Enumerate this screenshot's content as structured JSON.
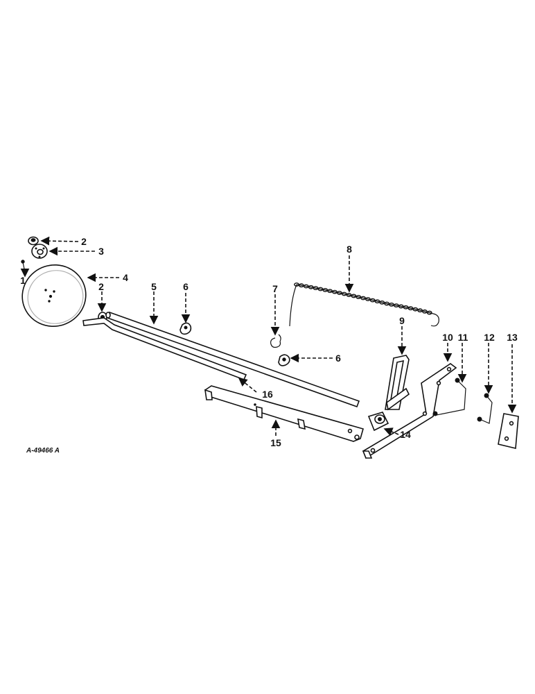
{
  "figure_id": "A-49466 A",
  "callouts": {
    "c1": "1",
    "c2a": "2",
    "c2b": "2",
    "c3": "3",
    "c4": "4",
    "c5": "5",
    "c6a": "6",
    "c6b": "6",
    "c7": "7",
    "c8": "8",
    "c9": "9",
    "c10": "10",
    "c11": "11",
    "c12": "12",
    "c13": "13",
    "c14": "14",
    "c15": "15",
    "c16": "16"
  },
  "colors": {
    "ink": "#111111",
    "paper": "#ffffff"
  }
}
